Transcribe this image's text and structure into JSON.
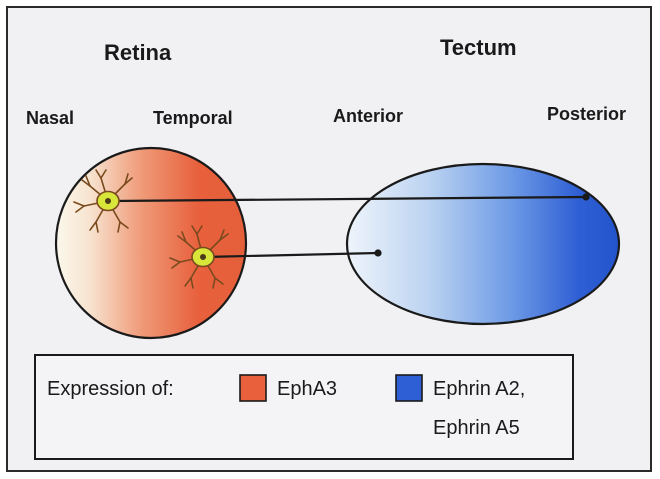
{
  "retina": {
    "title": "Retina",
    "nasal_label": "Nasal",
    "temporal_label": "Temporal"
  },
  "tectum": {
    "title": "Tectum",
    "anterior_label": "Anterior",
    "posterior_label": "Posterior"
  },
  "legend": {
    "caption": "Expression of:",
    "epha3_label": "EphA3",
    "ephrin_line1": "Ephrin A2,",
    "ephrin_line2": "Ephrin A5"
  },
  "colors": {
    "epha3": "#e8603c",
    "ephrin": "#2f5fd4",
    "neuron_body": "#d8e63a",
    "neuron_outline": "#7a4a1e",
    "background": "#f1f1f3"
  }
}
